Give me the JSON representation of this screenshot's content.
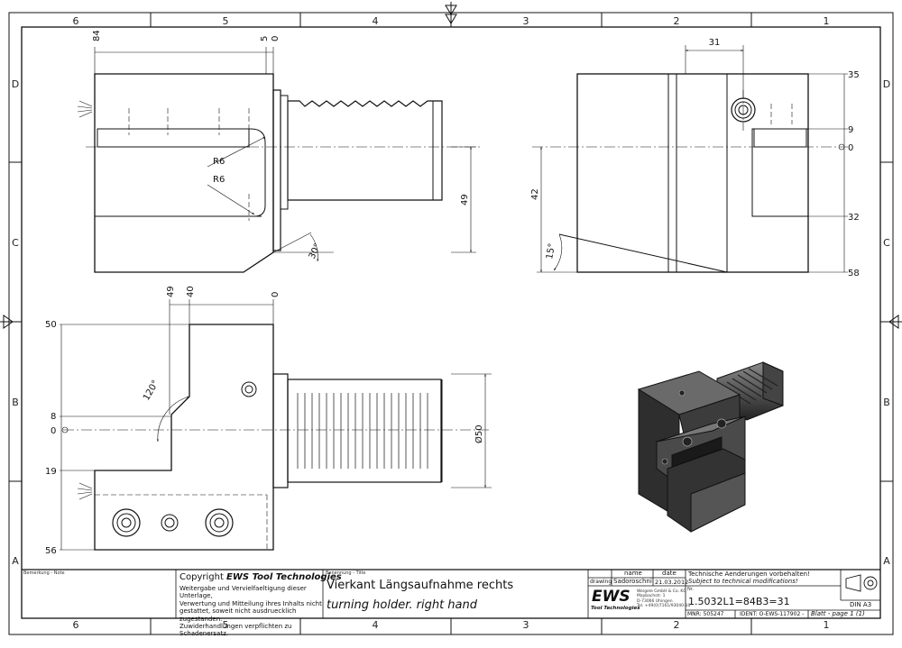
{
  "frame": {
    "top_zones": [
      "6",
      "5",
      "4",
      "3",
      "2",
      "1"
    ],
    "bottom_zones": [
      "6",
      "5",
      "4",
      "3",
      "2",
      "1"
    ],
    "left_rows": [
      "D",
      "C",
      "B",
      "A"
    ],
    "right_rows": [
      "D",
      "C",
      "B",
      "A"
    ]
  },
  "dims": {
    "front": {
      "d84": "84",
      "d5": "5",
      "d0": "0",
      "r6a": "R6",
      "r6b": "R6",
      "d49": "49",
      "a30": "30°"
    },
    "side": {
      "d31": "31",
      "d35": "35",
      "d9": "9",
      "d0": "0",
      "d32": "32",
      "d58": "58",
      "d42": "42",
      "a15": "15°"
    },
    "top": {
      "d49": "49",
      "d40": "40",
      "d0": "0",
      "d50": "50",
      "d8": "8",
      "d0b": "0",
      "d19": "19",
      "d56": "56",
      "a120": "120°",
      "dia50": "Ø50"
    }
  },
  "title_block": {
    "remarks_label": "Bemerkung - Note",
    "copyright_title_prefix": "Copyright ",
    "copyright_brand": "EWS Tool Technologies",
    "copyright_lines": [
      "Weitergabe und Vervielfaeltigung dieser Unterlage,",
      "Verwertung und Mitteilung ihres Inhalts nicht",
      "gestattet, soweit nicht ausdruecklich zugestanden.",
      "Zuwiderhandlungen verpflichten zu Schadenersatz."
    ],
    "name_label": "Benennung - Title",
    "title_de": "Vierkant Längsaufnahme rechts",
    "title_en": "turning holder. right hand",
    "col_name": "name",
    "col_date": "date",
    "row_drawing": "drawing",
    "drawer": "Sadoroschni",
    "date": "21.03.2012",
    "company_logo": "EWS",
    "company_sub": "Tool Technologies",
    "company_addr": [
      "Weigele GmbH & Co. KG",
      "Maybachstr. 1",
      "D-73066 Uhingen",
      "Tel. +49(0)7161/93040-10"
    ],
    "notice_de": "Technische Aenderungen vorbehalten!",
    "notice_en": "Subject to technical modifications!",
    "nr_label": "Nr.",
    "part_number": "1.5032L1=84B3=31",
    "mnr": "MNR: 505247",
    "ident": "IDENT: O-EWS-117902 -",
    "sheet": "Blatt - page  1 (1)",
    "format": "DIN A3"
  }
}
